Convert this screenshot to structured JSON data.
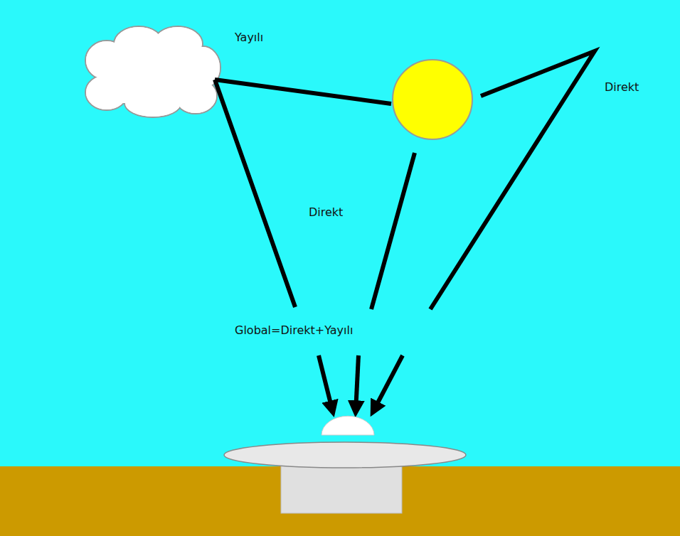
{
  "diagram": {
    "labels": [
      "Yayılı",
      "Direkt",
      "Direkt",
      "Global=Direkt+Yayılı"
    ]
  }
}
